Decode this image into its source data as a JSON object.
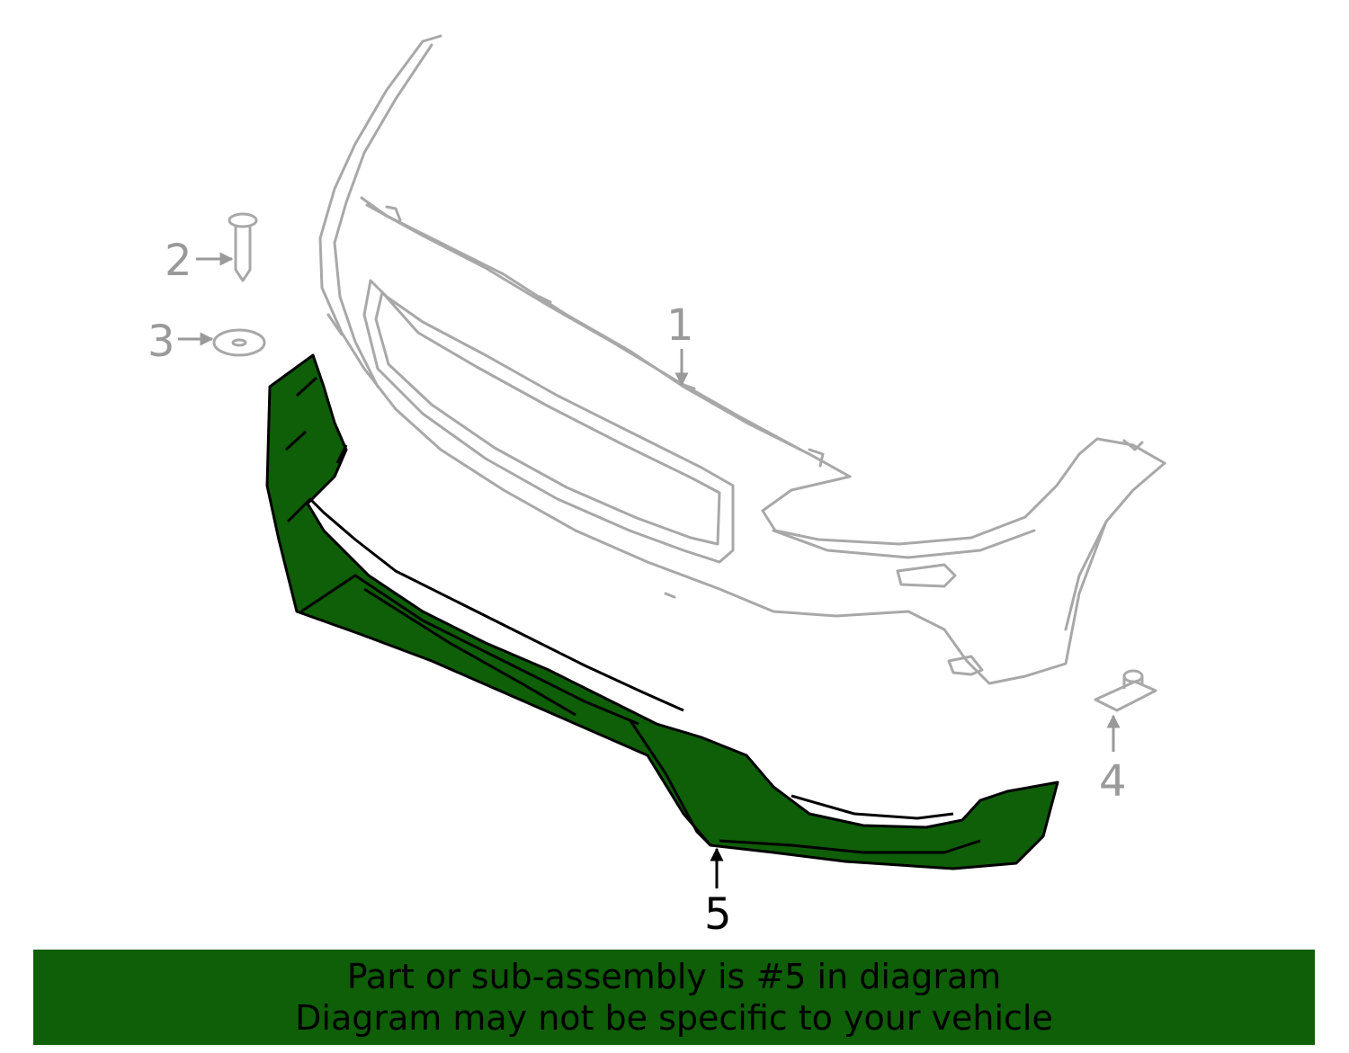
{
  "colors": {
    "highlight": "#0f5e08",
    "context_line": "#a8a8a8",
    "active_text": "#000000",
    "context_text": "#9a9a9a"
  },
  "callouts": {
    "c1": "1",
    "c2": "2",
    "c3": "3",
    "c4": "4",
    "c5": "5"
  },
  "banner": {
    "line1": "Part or sub-assembly is #5 in diagram",
    "line2": "Diagram may not be specific to your vehicle"
  }
}
